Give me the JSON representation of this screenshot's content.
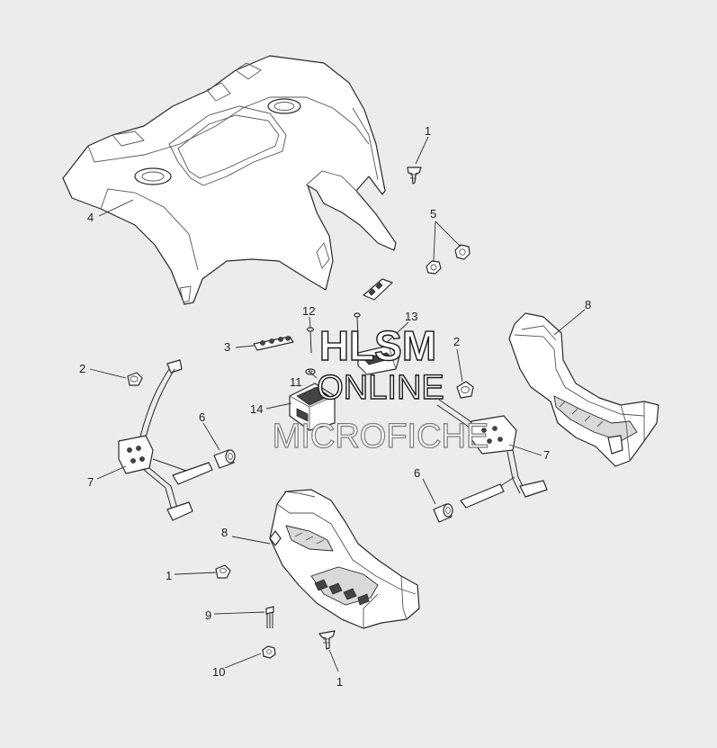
{
  "watermark": {
    "line1": "HLSM",
    "line2": "ONLINE",
    "line3": "MICROFICHE"
  },
  "callouts": {
    "c1_top": "1",
    "c5": "5",
    "c4": "4",
    "c12": "12",
    "c13": "13",
    "c3": "3",
    "c8_right": "8",
    "c2_left": "2",
    "c11": "11",
    "c2_right": "2",
    "c14": "14",
    "c6_left": "6",
    "c7_left": "7",
    "c7_right": "7",
    "c6_right": "6",
    "c8_bottom": "8",
    "c1_mid": "1",
    "c9": "9",
    "c10": "10",
    "c1_bottom": "1"
  },
  "colors": {
    "background": "#ececec",
    "line": "#2a2a2a",
    "part_fill": "#ffffff"
  }
}
